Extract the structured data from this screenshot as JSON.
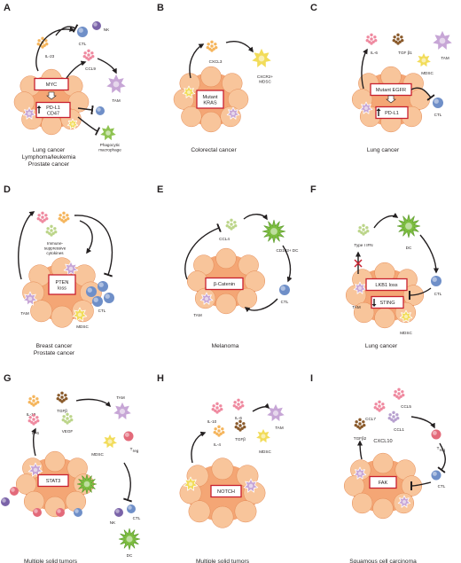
{
  "colors": {
    "tumor": "#f4a675",
    "tumor_light": "#f8c59b",
    "box_border": "#c8202f",
    "arrow": "#231f20",
    "ctl": "#6f8fc8",
    "nk": "#7a63a8",
    "tam": "#c7a6d6",
    "mdsc": "#f2dc5a",
    "dc": "#7cbd3f",
    "macrophage": "#8fc352",
    "treg": "#e36a7a",
    "cyto_orange": "#f5b55c",
    "cyto_green": "#bcd58a",
    "cyto_pink": "#ef8aa0",
    "cyto_purple": "#b7a0cf",
    "cyto_brown": "#8a5a2b"
  },
  "panels": [
    {
      "letter": "A",
      "caption": [
        "Lung cancer",
        "Lymphoma/leukemia",
        "Prostate cancer"
      ],
      "box": [
        "MYC"
      ],
      "box2": [
        "PD-L1",
        "CD47"
      ],
      "labels": {
        "il23": "IL-23",
        "ctl": "CTL",
        "nk": "NK",
        "ccl9": "CCL9",
        "tam": "TAM",
        "macrophage": [
          "Phagocytic",
          "macrophage"
        ]
      }
    },
    {
      "letter": "B",
      "caption": [
        "Colorectal cancer"
      ],
      "box": [
        "Mutant",
        "KRAS"
      ],
      "labels": {
        "cxcl3": "CXCL3",
        "mdsc": [
          "CXCR2+",
          "MDSC"
        ]
      }
    },
    {
      "letter": "C",
      "caption": [
        "Lung cancer"
      ],
      "box": [
        "Mutant EGFR"
      ],
      "box2": [
        "PD-L1"
      ],
      "labels": {
        "il6": "IL-6",
        "tgfb": "TGF β1",
        "tam": "TAM",
        "mdsc": "MDSC",
        "ctl": "CTL"
      }
    },
    {
      "letter": "D",
      "caption": [
        "Breast cancer",
        "Prostate cancer"
      ],
      "box": [
        "PTEN",
        "loss"
      ],
      "labels": {
        "cytokines": [
          "Immune-",
          "suppressive",
          "cytokines"
        ],
        "tam": "TAM",
        "mdsc": "MDSC",
        "ctl": "CTL"
      }
    },
    {
      "letter": "E",
      "caption": [
        "Melanoma"
      ],
      "box": [
        "β-Catenin"
      ],
      "labels": {
        "ccl4": "CCL4",
        "dc": "CD103+ DC",
        "ctl": "CTL",
        "tam": "TAM"
      }
    },
    {
      "letter": "F",
      "caption": [
        "Lung cancer"
      ],
      "box": [
        "LKB1 loss"
      ],
      "box2": [
        "STING"
      ],
      "labels": {
        "ifn": "Type I IFN",
        "dc": "DC",
        "ctl": "CTL",
        "tam": "TAM",
        "mdsc": "MDSC"
      }
    },
    {
      "letter": "G",
      "caption": [
        "Multiple solid tumors"
      ],
      "box": [
        "STAT3"
      ],
      "labels": {
        "il10": "IL-10",
        "tgfb": "TGFβ",
        "vegf": "VEGF",
        "il6": "IL-6",
        "tam": "TAM",
        "mdsc": "MDSC",
        "treg": "T",
        "treg_sub": "reg",
        "nk": "NK",
        "ctl": "CTL",
        "dc": "DC"
      }
    },
    {
      "letter": "H",
      "caption": [
        "Multiple solid tumors"
      ],
      "box": [
        "NOTCH"
      ],
      "labels": {
        "il10": "IL-10",
        "il6": "IL-6",
        "il4": "IL-4",
        "tgfb": "TGFβ",
        "tam": "TAM",
        "mdsc": "MDSC"
      }
    },
    {
      "letter": "I",
      "caption": [
        "Squamous cell carcinoma"
      ],
      "box": [
        "FAK"
      ],
      "labels": {
        "ccl5": "CCL5",
        "ccl7": "CCL7",
        "ccl1": "CCL1",
        "tgfb2": "TGFβ2",
        "cxcl10": "CXCL10",
        "treg": "T",
        "treg_sub": "reg",
        "ctl": "CTL"
      }
    }
  ]
}
